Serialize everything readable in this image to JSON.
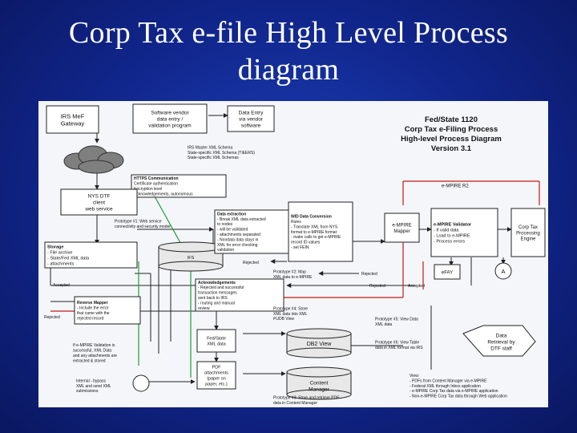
{
  "slide": {
    "title_line1": "Corp Tax e-file High Level Process",
    "title_line2": "diagram"
  },
  "diagram": {
    "heading": [
      "Fed/State 1120",
      "Corp Tax e-Filing Process",
      "High-level Process Diagram",
      "Version 3.1"
    ],
    "boxes": {
      "irs": [
        "IRS MeF",
        "Gateway"
      ],
      "vendor": [
        "Software vendor",
        "data entry /",
        "validation program"
      ],
      "data_entry": [
        "Data Entry",
        "via vendor",
        "software"
      ],
      "schemas": [
        "IRS Master XML Schema",
        "State-specific XML Schema (TIEERS)",
        "State-specific XML Schemas"
      ],
      "https": [
        "HTTPS Communication",
        "Certificate authentication",
        "Encryption level",
        "Acknowledgements, autonomous"
      ],
      "nys_dtf": [
        "NYS DTF",
        "client",
        "web service"
      ],
      "proto1": [
        "Prototype #1: Web service",
        "connectivity and security model"
      ],
      "storage": [
        "Storage",
        "- File archive",
        "- State/Fed XML data",
        "- attachments"
      ],
      "data_extraction": [
        "Data extraction",
        "- Break XML data extracted",
        "to nodes",
        "- will be validated",
        "- attachments separated",
        "- Nondata data stays in",
        "XML for error checking",
        "validation"
      ],
      "wid": [
        "WID Data Conversion",
        "Rules",
        "- Translate XML from NYS",
        "format to e-MPIRE format",
        "- make calls to get e-MPIRE",
        "record ID values",
        "- set FEIN"
      ],
      "empire_mapper": [
        "e-MPIRE",
        "Mapper"
      ],
      "empire_validator": [
        "e-MPIRE Validator",
        "- If valid data",
        "- Load to e-MPIRE",
        "- Process errors"
      ],
      "corp_engine": [
        "Corp Tax",
        "Processing",
        "Engine"
      ],
      "empire_r2": [
        "e-MPIRE R2"
      ],
      "efay": [
        "eFAY"
      ],
      "cyl_ifs": [
        "IFS"
      ],
      "rejected_small": [
        "Rejected"
      ],
      "proto2": [
        "Prototype #2: Map",
        "XML data to e-MPIRE"
      ],
      "rejected_mid": [
        "Rejected"
      ],
      "acks": [
        "Acknowledgements",
        "- Rejected and successful",
        "transaction messages",
        "sent back to IRS",
        "- routing and manual",
        "review"
      ],
      "accepted_left": [
        "Accepted"
      ],
      "rejected_right": [
        "Rejected"
      ],
      "accepted_right": [
        "Accepted"
      ],
      "reverse_mapper": [
        "Reverse Mapper",
        "- Include the error",
        "that came with the",
        "rejected record"
      ],
      "rejected_left": [
        "Rejected"
      ],
      "proto4": [
        "Prototype #4: Store",
        "XML data into XML",
        "PUDB View"
      ],
      "proto5": [
        "Prototype #5: View Data",
        "XML data"
      ],
      "fed_state_xml": [
        "Fed/State",
        "XML data"
      ],
      "if_empire": [
        "If e-MPIRE Validation is",
        "successful, XML Data",
        "and any attachments are",
        "extracted & stored"
      ],
      "pdf": [
        "PDF",
        "attachments",
        "(paper on",
        "paper, etc.)"
      ],
      "db2_view": [
        "DB2 View"
      ],
      "proto6": [
        "Prototype #6: View Table",
        "data in XML format via IRS"
      ],
      "content_manager": [
        "Content",
        "Manager"
      ],
      "internal": [
        "Internal - bypass",
        "XML and send XML",
        "submissions"
      ],
      "connector_a": [
        "A"
      ],
      "data_retrieval": [
        "Data",
        "Retrieval by",
        "DTF staff"
      ],
      "view": [
        "View:",
        "- PDFs from Content Manager via e-MPIRE",
        "- Federal XML through Inbox application",
        "- e-MPIRE Corp Tax data via e-MPIRE application",
        "- Non-e-MPIRE Corp Tax data through Web application"
      ],
      "proto3": [
        "Prototype #3: Store and retrieve PDF",
        "data in Content Manager"
      ]
    }
  }
}
